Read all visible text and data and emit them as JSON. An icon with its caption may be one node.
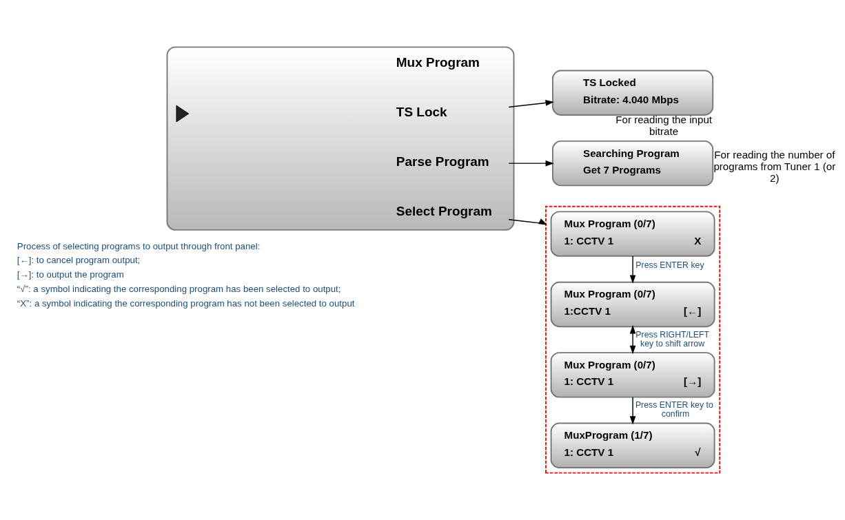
{
  "diagram": {
    "nodes": [
      {
        "text": [],
        "shape": "box"
      },
      {
        "text": [],
        "shape": "triangle",
        "in": 0
      },
      {
        "text": [
          "Mux Program"
        ],
        "in": 0
      },
      {
        "text": [
          "TS Lock"
        ],
        "in": 0
      },
      {
        "text": [
          "Parse Program"
        ],
        "in": 0
      },
      {
        "text": [
          "Select Program"
        ],
        "in": 0
      },
      {
        "text": [
          "TS Locked",
          "Bitrate: 4.040 Mbps"
        ],
        "beside": [
          "For reading the input bitrate"
        ]
      },
      {
        "text": [
          "Searching Program",
          "Get 7 Programs"
        ],
        "beside": [
          "For reading the number of programs from Tuner 1 (or 2)"
        ]
      },
      {
        "text": [],
        "shape": "box"
      },
      {
        "text": [
          "Mux Program (0/7)",
          "1: CCTV 1",
          "X"
        ],
        "in": 8
      },
      {
        "text": [
          "Mux Program (0/7)",
          "1:CCTV 1",
          "[←]"
        ],
        "in": 8
      },
      {
        "text": [
          "Mux Program (0/7)",
          "1: CCTV 1",
          "[→]"
        ],
        "in": 8
      },
      {
        "text": [
          "MuxProgram (1/7)",
          "1: CCTV 1",
          "√"
        ],
        "in": 8
      }
    ],
    "edges": [
      {
        "from": 3,
        "to": 6,
        "arrow": "to"
      },
      {
        "from": 4,
        "to": 7,
        "arrow": "to"
      },
      {
        "from": 5,
        "to": 8,
        "arrow": "to"
      },
      {
        "from": 9,
        "to": 10,
        "arrow": "to",
        "label": "Press ENTER key"
      },
      {
        "from": 10,
        "to": 11,
        "arrow": "both",
        "label": "Press RIGHT/LEFT key to shift arrow"
      },
      {
        "from": 11,
        "to": 12,
        "arrow": "to",
        "label": "Press ENTER key to confirm"
      }
    ],
    "labels": [
      "Process of selecting programs to output through front panel:",
      "[←]: to cancel program output;",
      "[→]: to output the program",
      "“√”: a symbol indicating the corresponding program has been selected to output;",
      "“X”: a symbol indicating the corresponding program has not been selected to output"
    ]
  }
}
